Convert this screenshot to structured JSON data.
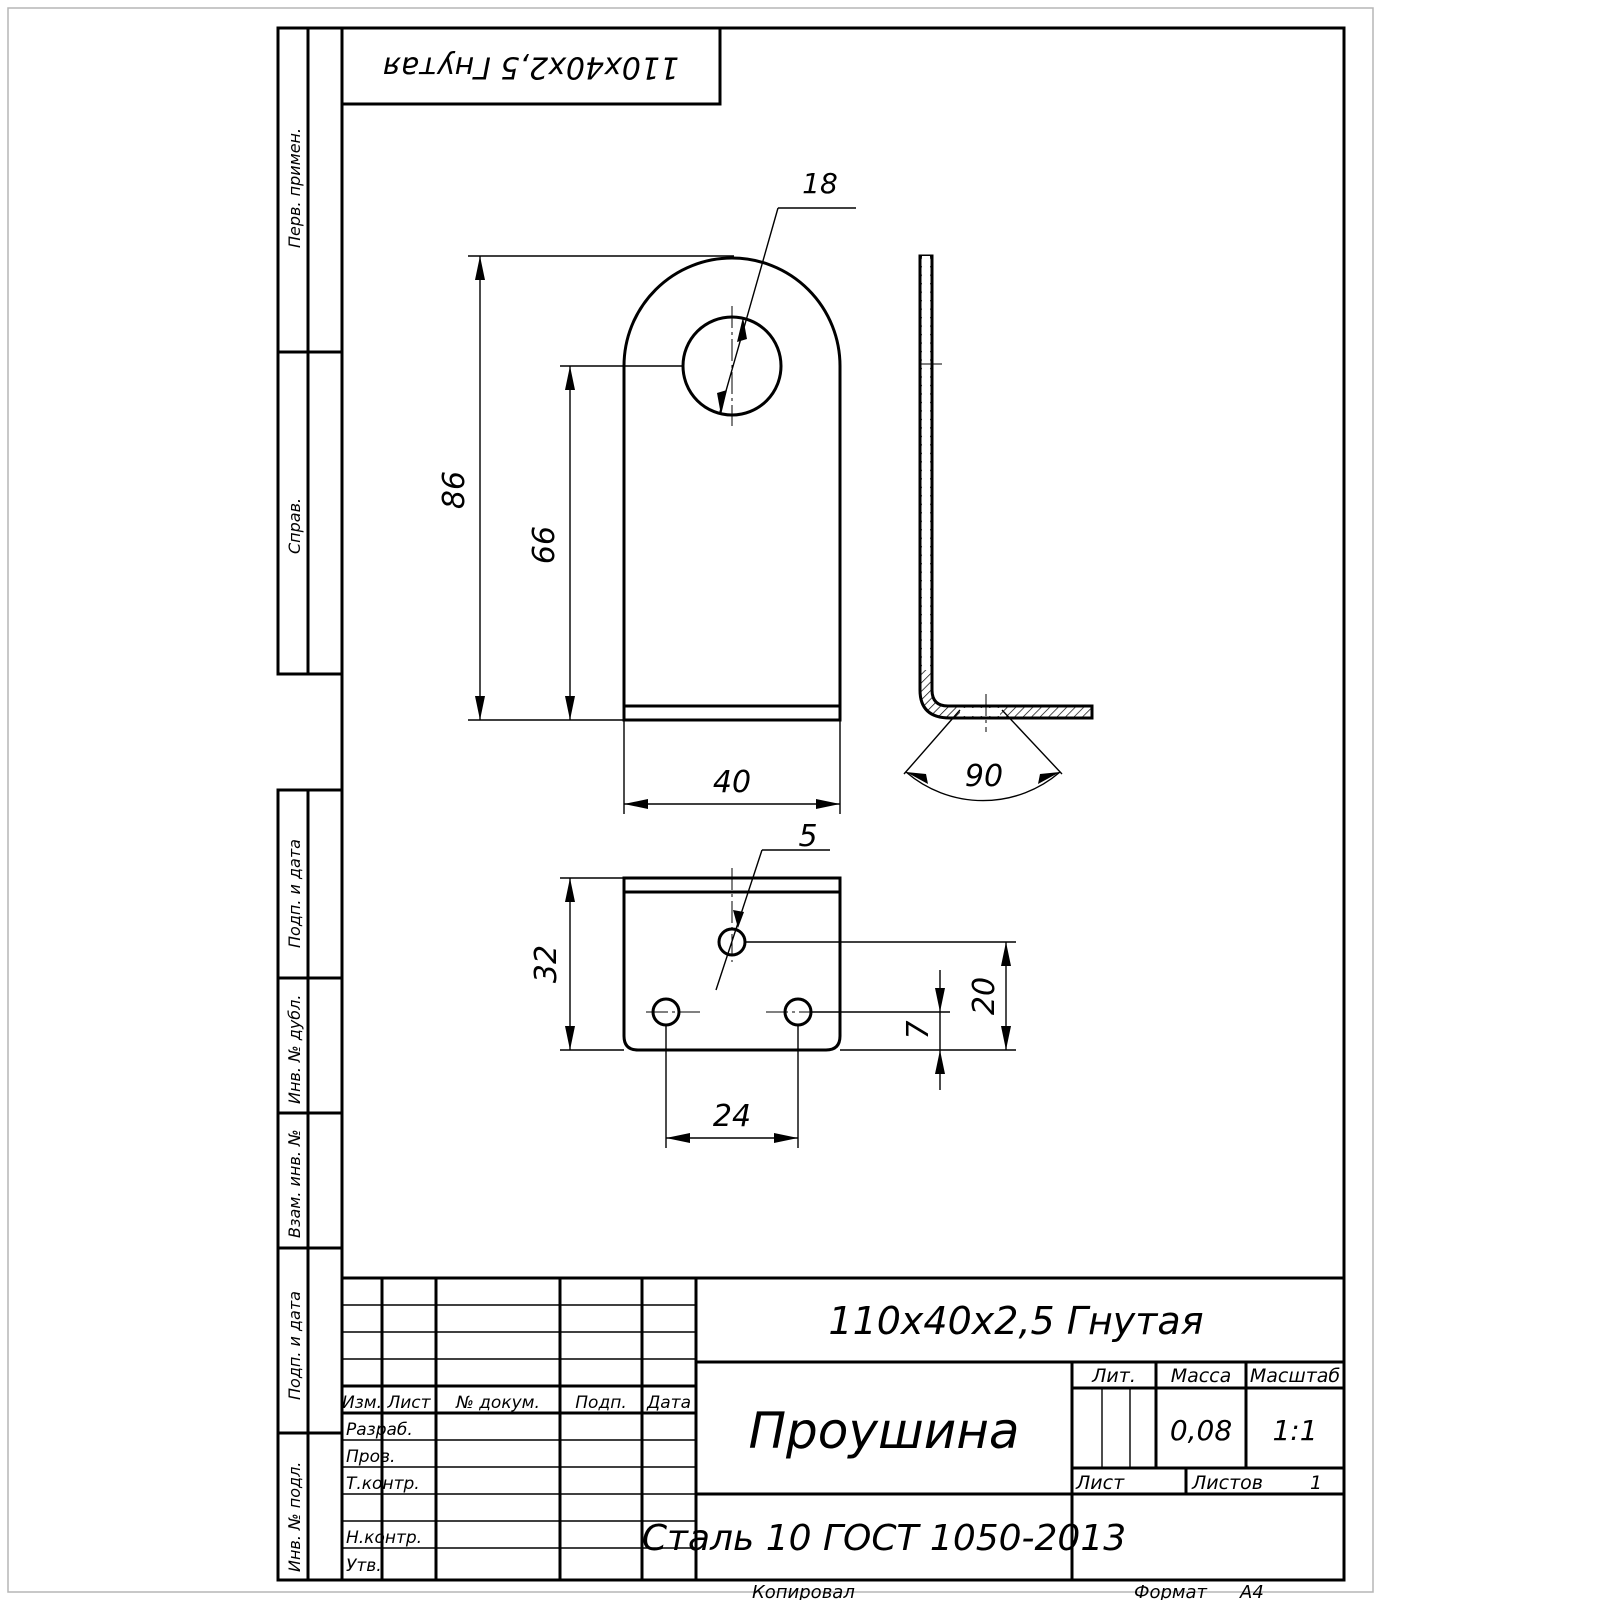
{
  "stamp": {
    "upside_down_designation": "110x40x2,5 Гнутая"
  },
  "side_columns": {
    "perv_primen": "Перв. примен.",
    "sprav": "Справ.",
    "podp_i_data_1": "Подп. и дата",
    "inv_dubl": "Инв. № дубл.",
    "vzam_inv": "Взам. инв. №",
    "podp_i_data_2": "Подп. и дата",
    "inv_podl": "Инв. № подл."
  },
  "dimensions": {
    "hole_dia": "18",
    "total_height": "86",
    "hole_center": "66",
    "width": "40",
    "bend_angle": "90",
    "small_hole_dia": "5",
    "tab_height": "32",
    "hole_offset_20": "20",
    "hole_offset_7": "7",
    "hole_spacing": "24"
  },
  "title_block": {
    "designation": "110x40x2,5 Гнутая",
    "part_name": "Проушина",
    "material": "Сталь 10  ГОСТ 1050-2013",
    "col_izm": "Изм.",
    "col_list": "Лист",
    "col_doc": "№ докум.",
    "col_podp": "Подп.",
    "col_date": "Дата",
    "razrab": "Разраб.",
    "prov": "Пров.",
    "tkontr": "Т.контр.",
    "nkontr": "Н.контр.",
    "utv": "Утв.",
    "lit_label": "Лит.",
    "mass_label": "Масса",
    "scale_label": "Масштаб",
    "mass_value": "0,08",
    "scale_value": "1:1",
    "sheet_label": "Лист",
    "sheets_label": "Листов",
    "sheets_value": "1"
  },
  "footer": {
    "copied": "Копировал",
    "format_label": "Формат",
    "format_value": "A4"
  }
}
